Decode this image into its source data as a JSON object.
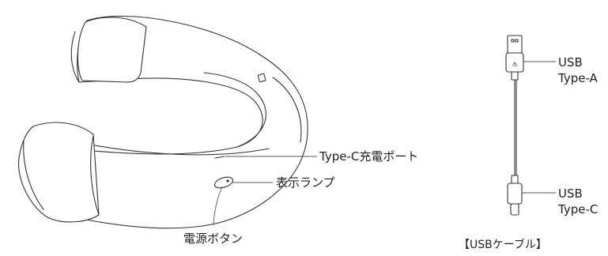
{
  "labels": {
    "charge_port": "Type-C充電ポート",
    "indicator_lamp": "表示ランプ",
    "power_button": "電源ボタン",
    "usb_a": "USB\nType-A",
    "usb_c": "USB\nType-C",
    "cable_caption": "【USBケーブル】"
  },
  "line_color": "#333333"
}
